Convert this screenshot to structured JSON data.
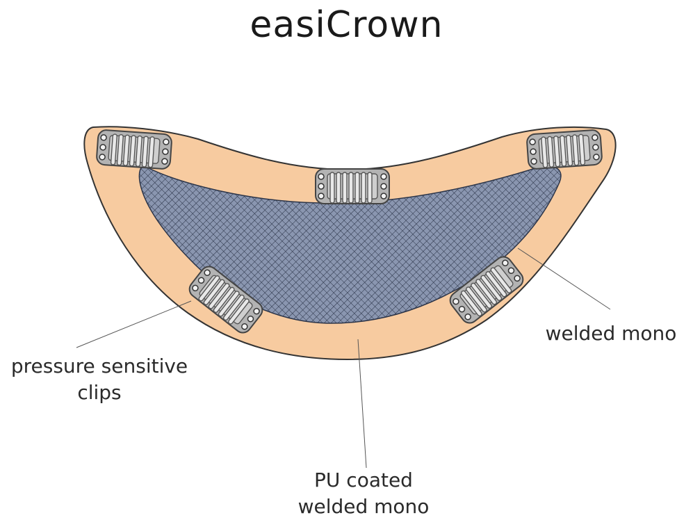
{
  "title": "easiCrown",
  "labels": {
    "clips": [
      "pressure sensitive",
      "clips"
    ],
    "welded_mono": [
      "welded mono"
    ],
    "pu_coated": [
      "PU coated",
      "welded mono"
    ]
  },
  "colors": {
    "base": "#f7cba0",
    "outline": "#333333",
    "mesh": "#8a96b0",
    "mesh_line": "#2b3448",
    "clip": "#b3b3b3",
    "clip_dark": "#555555"
  },
  "icons": [
    "hair-clip-icon"
  ]
}
